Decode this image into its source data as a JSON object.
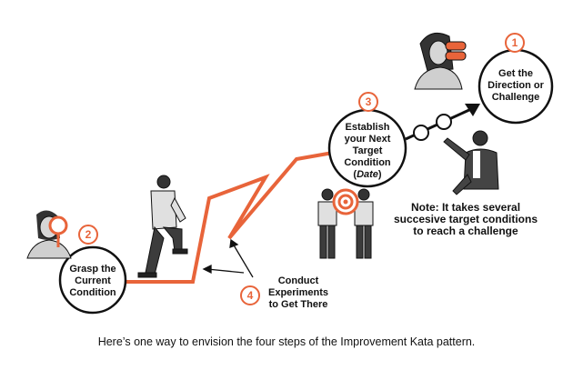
{
  "steps": [
    {
      "number": "1",
      "label_lines": [
        "Get the",
        "Direction or",
        "Challenge"
      ]
    },
    {
      "number": "2",
      "label_lines": [
        "Grasp the",
        "Current",
        "Condition"
      ]
    },
    {
      "number": "3",
      "label_lines": [
        "Establish",
        "your Next",
        "Target",
        "Condition"
      ],
      "date_label": "Date"
    },
    {
      "number": "4",
      "label_lines": [
        "Conduct",
        "Experiments",
        "to Get There"
      ]
    }
  ],
  "note": "Note: It takes several succesive target conditions to reach a challenge",
  "caption": "Here’s one way to envision the four steps of the Improvement Kata pattern.",
  "colors": {
    "accent": "#e8643a",
    "ink": "#111111",
    "skin": "#d6d6d6",
    "shirt": "#e0e0e0",
    "dark": "#333333"
  }
}
